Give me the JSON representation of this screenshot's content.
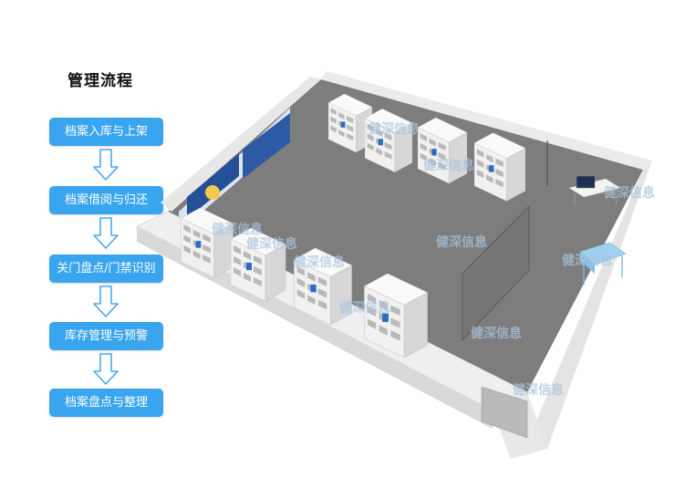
{
  "flow": {
    "title": "管理流程",
    "steps": [
      "档案入库与上架",
      "档案借阅与归还",
      "关门盘点/门禁识别",
      "库存管理与预警",
      "档案盘点与整理"
    ]
  },
  "watermark": {
    "text": "健深信息"
  },
  "colors": {
    "step_fill": "#3aa5ef",
    "arrow_fill": "#ffffff",
    "arrow_stroke": "#4aa8ee",
    "floor": "#7d7d7d",
    "wall": "#eeeeee",
    "wall_shade": "#d9d9d9",
    "cabinet": "#f5f5f5",
    "blue_panel": "#254f96",
    "desk_blue": "#9fd0ef"
  }
}
